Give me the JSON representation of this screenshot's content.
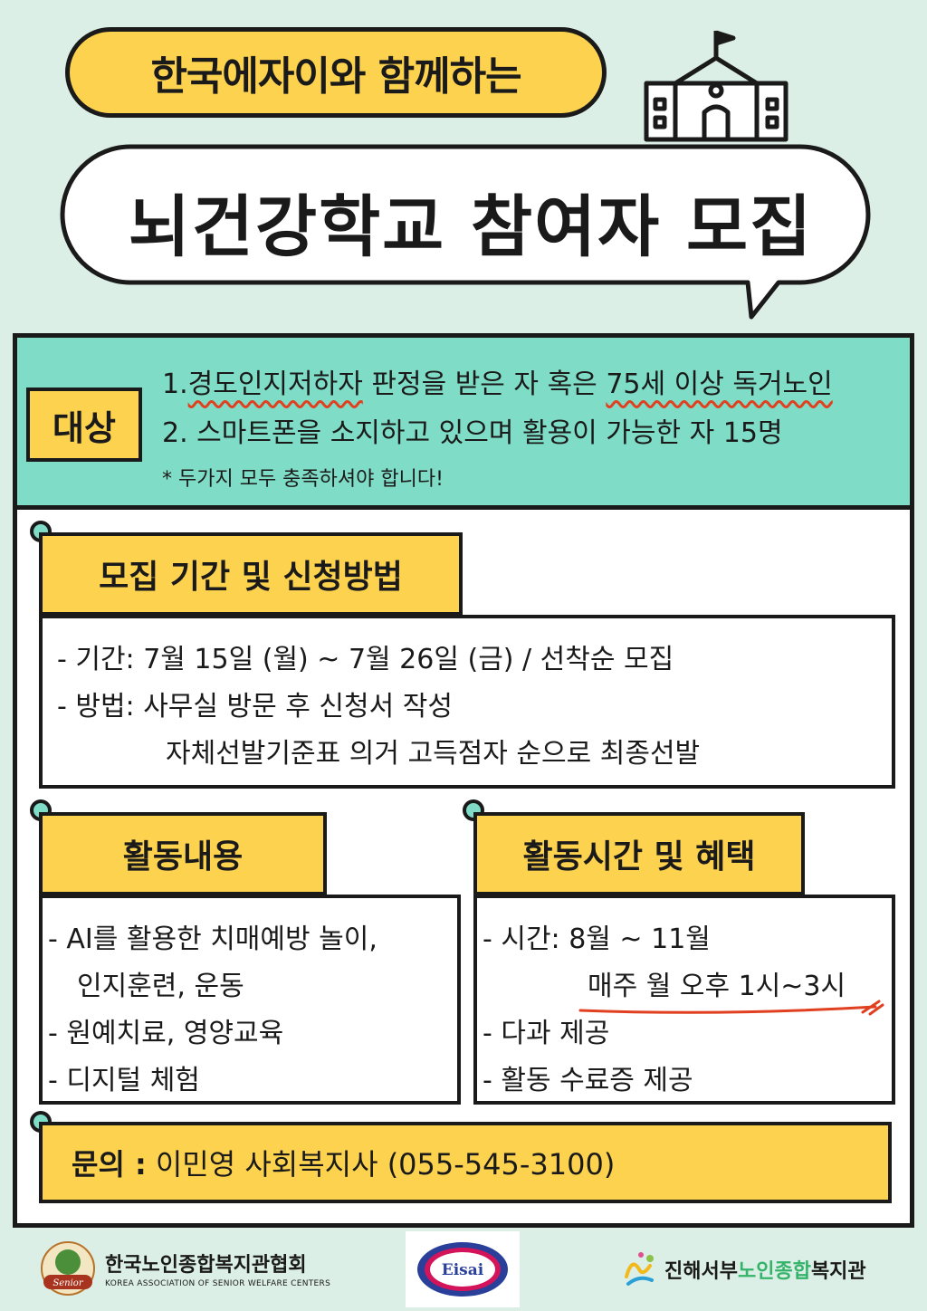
{
  "header": {
    "subtitle": "한국에자이와 함께하는",
    "title": "뇌건강학교 참여자 모집"
  },
  "target": {
    "label": "대상",
    "line1_a": "1.",
    "line1_b": "경도인지저하자",
    "line1_c": " 판정을 받은 자 혹은 ",
    "line1_d": "75세 이상 독거노인",
    "line2": "2. 스마트폰을 소지하고 있으며 활용이 가능한 자 15명",
    "note": "* 두가지 모두 충족하셔야 합니다!"
  },
  "recruit": {
    "heading": "모집 기간 및 신청방법",
    "period": "- 기간: 7월 15일 (월) ~ 7월 26일 (금) / 선착순 모집",
    "method": "- 방법: 사무실 방문 후 신청서 작성",
    "method2": "자체선발기준표 의거 고득점자 순으로 최종선발"
  },
  "activity": {
    "heading": "활동내용",
    "items": [
      "- AI를 활용한 치매예방 놀이,",
      "인지훈련, 운동",
      "- 원예치료, 영양교육",
      "- 디지털 체험"
    ]
  },
  "schedule": {
    "heading": "활동시간 및 혜택",
    "time": "- 시간: 8월 ~ 11월",
    "time2": "매주 월 오후 1시~3시",
    "snack": "- 다과 제공",
    "cert": "- 활동 수료증 제공"
  },
  "contact": {
    "label": "문의 :",
    "value": "이민영 사회복지사 (055-545-3100)"
  },
  "footer": {
    "left_kr": "한국노인종합복지관협회",
    "left_en": "KOREA ASSOCIATION OF SENIOR WELFARE CENTERS",
    "left_emblem_text": "Senior",
    "center_logo": "Eisai",
    "right_a": "진해서부",
    "right_b": "노인종합",
    "right_c": "복지관"
  },
  "colors": {
    "background": "#dcefe6",
    "yellow": "#fdd24f",
    "teal": "#7fdcc6",
    "underline": "#e0401f"
  },
  "icons": [
    "school-icon",
    "magnifier-icon"
  ]
}
